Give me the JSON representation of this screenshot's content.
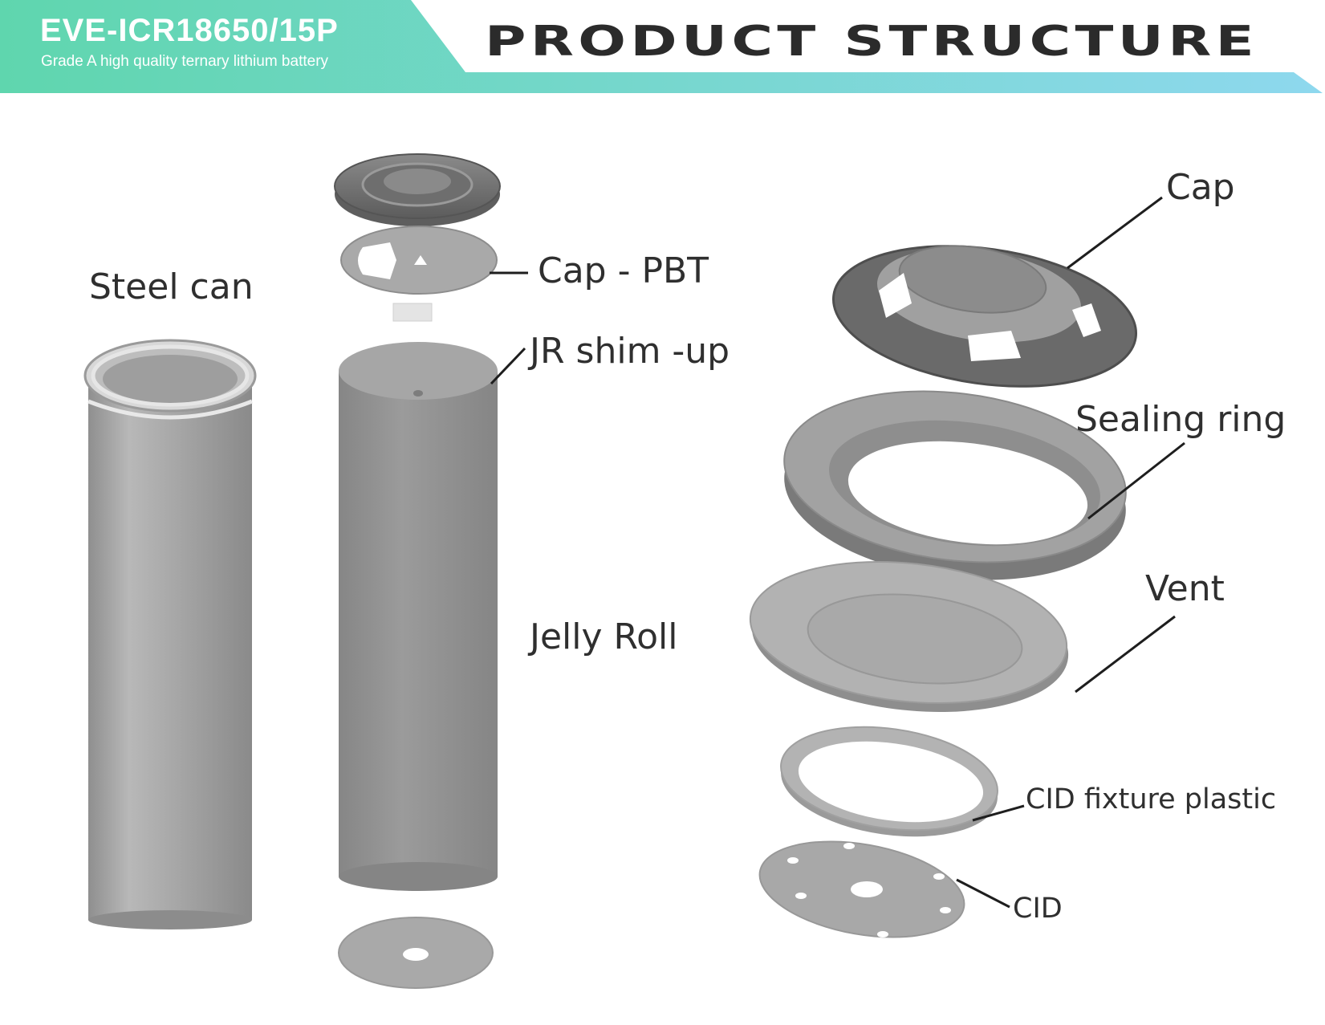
{
  "header": {
    "model": "EVE-ICR18650/15P",
    "subtitle": "Grade A high quality ternary lithium battery",
    "title": "PRODUCT STRUCTURE",
    "colors": {
      "band_start": "#5fd6ae",
      "band_end": "#8ed8ee",
      "title": "#2b2b2b"
    }
  },
  "labels": {
    "steel_can": "Steel can",
    "cap_pbt": "Cap - PBT",
    "jr_shim": "JR shim -up",
    "jelly_roll": "Jelly Roll",
    "cap": "Cap",
    "sealing_ring": "Sealing ring",
    "vent": "Vent",
    "cid_fixture": "CID fixture plastic",
    "cid": "CID"
  }
}
